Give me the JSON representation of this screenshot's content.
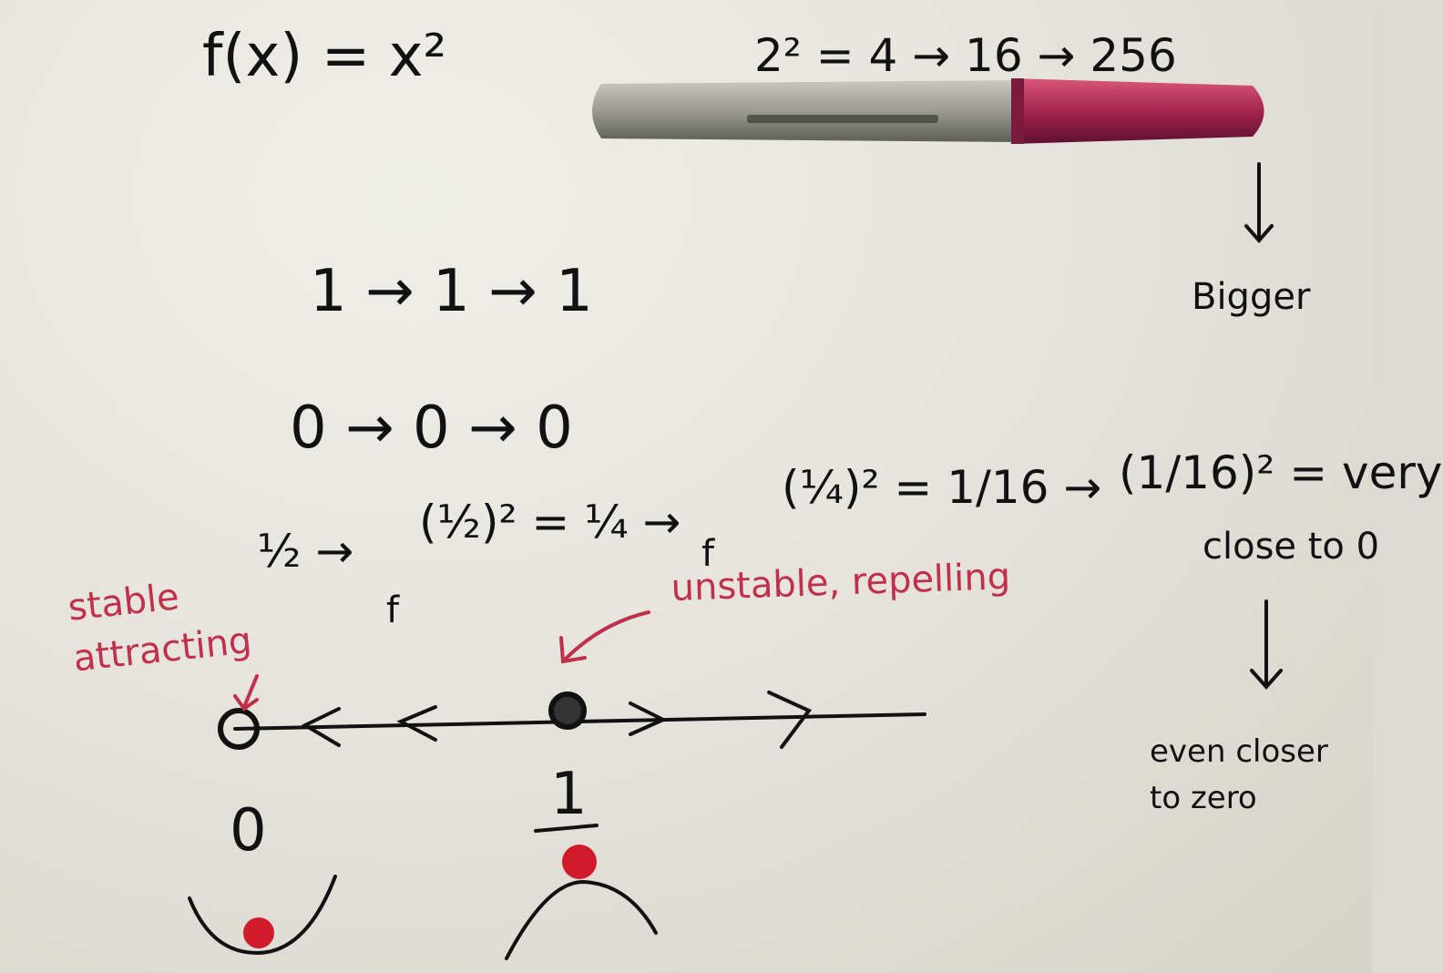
{
  "function_label": "f(x) = x²",
  "top_sequence": "2² = 4 → 16 → 256",
  "top_right_note": "Bigger",
  "seq_one": "1 → 1 → 1",
  "seq_zero": "0 → 0 → 0",
  "seq_half": {
    "start": "½ →",
    "step1": "(½)² = ¼ →",
    "step2": "(¼)² = 1/16 →",
    "step3": "(1/16)² = very",
    "f_label_1": "f",
    "f_label_2": "f"
  },
  "close_note": "close to 0",
  "even_closer_note": "even closer to zero",
  "stable_label": "stable attracting",
  "unstable_label": "unstable, repelling",
  "axis_labels": [
    "0",
    "1"
  ],
  "colors": {
    "ink": "#111111",
    "red_ink": "#c0304a",
    "ball": "#d11a2a",
    "marker_body": "#9a9a92",
    "marker_cap": "#a3244e"
  }
}
